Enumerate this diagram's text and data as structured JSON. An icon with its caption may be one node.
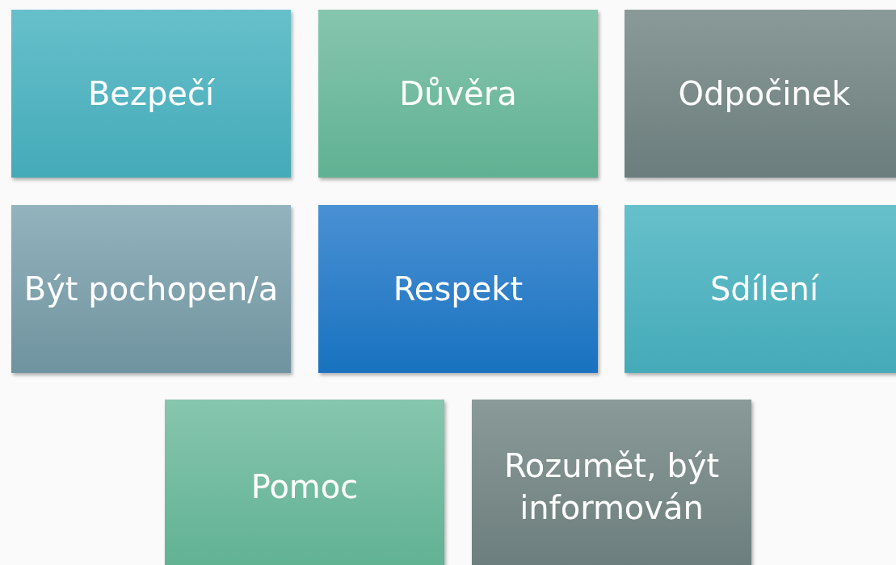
{
  "diagram": {
    "nodes": [
      {
        "text": [
          "Bezpečí"
        ]
      },
      {
        "text": [
          "Důvěra"
        ]
      },
      {
        "text": [
          "Odpočinek"
        ]
      },
      {
        "text": [
          "Být pochopen/a"
        ]
      },
      {
        "text": [
          "Respekt"
        ]
      },
      {
        "text": [
          "Sdílení"
        ]
      },
      {
        "text": [
          "Pomoc"
        ]
      },
      {
        "text": [
          "Rozumět, být informován"
        ]
      }
    ]
  }
}
